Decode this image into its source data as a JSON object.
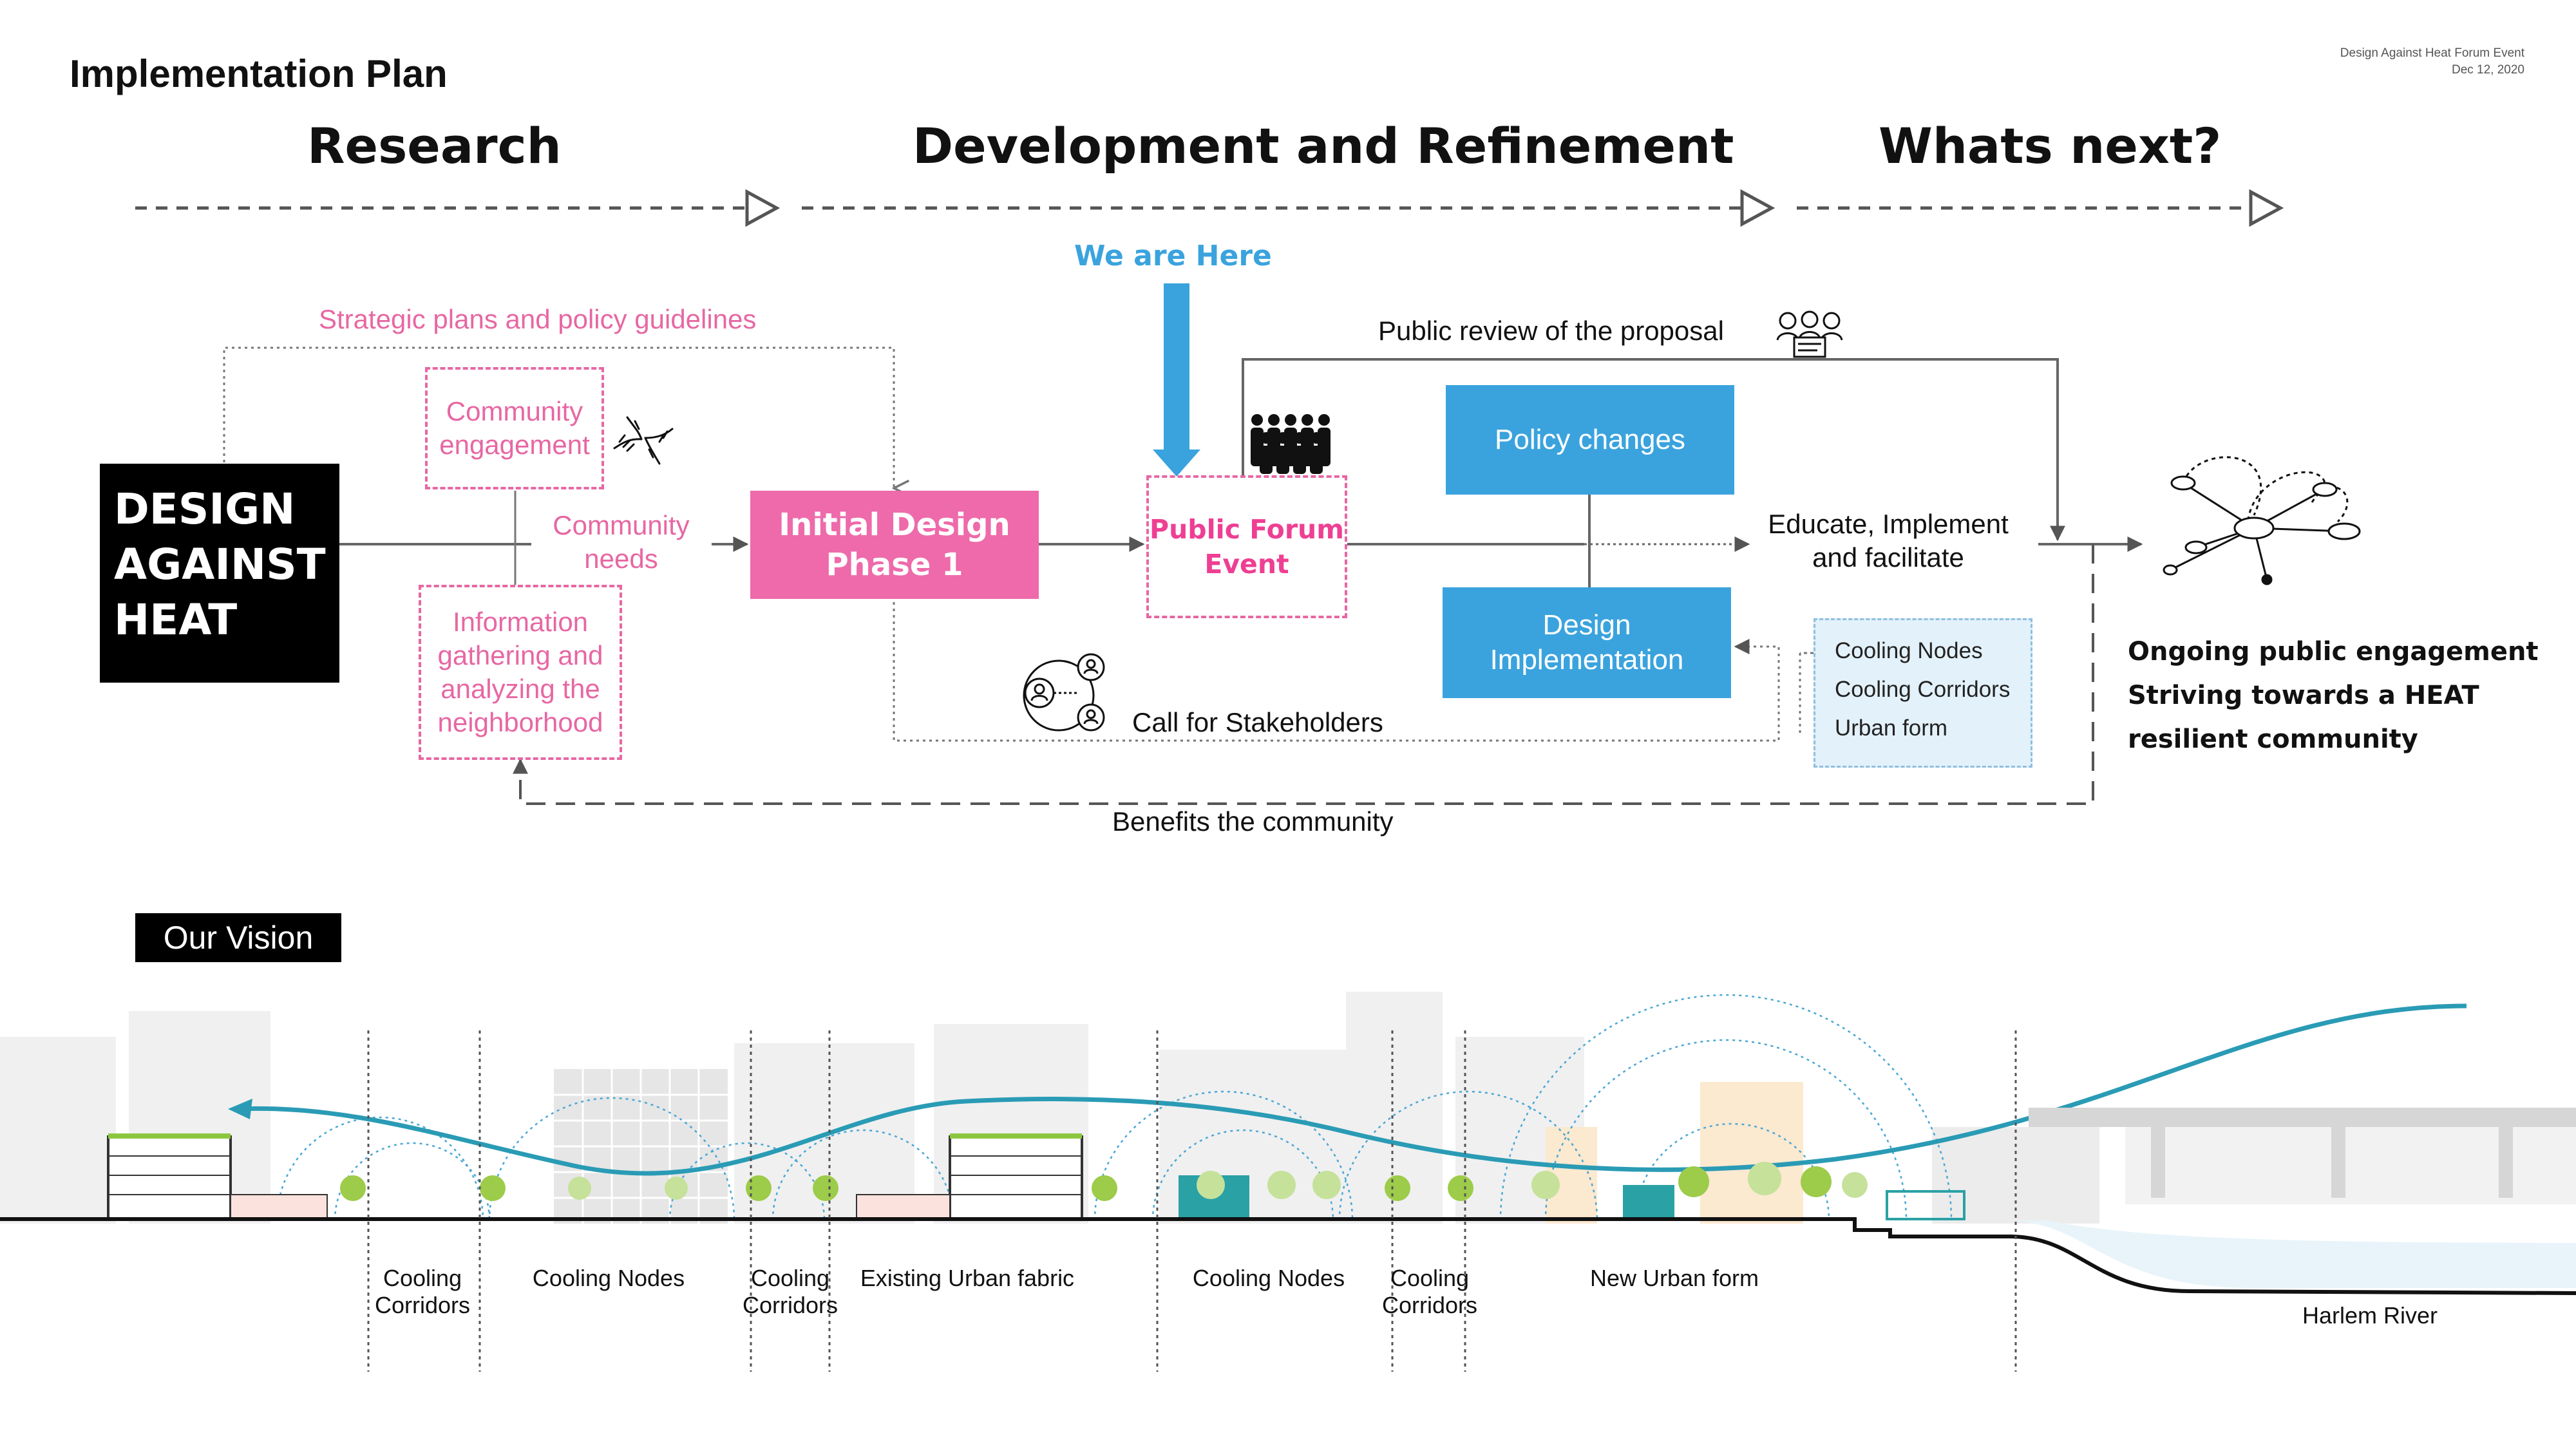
{
  "title": "Implementation Plan",
  "event": {
    "name": "Design Against Heat Forum Event",
    "date": "Dec 12, 2020"
  },
  "phases": [
    "Research",
    "Development and Refinement",
    "Whats next?"
  ],
  "flow": {
    "start_box": [
      "DESIGN",
      "AGAINST",
      "HEAT"
    ],
    "strategic_plans": "Strategic plans and policy guidelines",
    "community_engagement": [
      "Community",
      "engagement"
    ],
    "community_needs": [
      "Community",
      "needs"
    ],
    "info_gathering": [
      "Information",
      "gathering and",
      "analyzing the",
      "neighborhood"
    ],
    "initial_design": [
      "Initial Design",
      "Phase 1"
    ],
    "we_are_here": "We are Here",
    "public_forum": [
      "Public Forum",
      "Event"
    ],
    "public_review": "Public review of the proposal",
    "policy_changes": "Policy changes",
    "design_implementation": [
      "Design",
      "Implementation"
    ],
    "educate": [
      "Educate, Implement",
      "and facilitate"
    ],
    "legend": [
      "Cooling Nodes",
      "Cooling Corridors",
      "Urban form"
    ],
    "call_stakeholders": "Call for Stakeholders",
    "benefits": "Benefits the community",
    "ongoing": [
      "Ongoing public engagement",
      "Striving towards a HEAT",
      "resilient community"
    ]
  },
  "vision": {
    "label": "Our Vision",
    "sections": [
      {
        "lines": [
          "Cooling",
          "Corridors"
        ]
      },
      {
        "lines": [
          "Cooling Nodes"
        ]
      },
      {
        "lines": [
          "Cooling",
          "Corridors"
        ]
      },
      {
        "lines": [
          "Existing Urban fabric"
        ]
      },
      {
        "lines": [
          "Cooling Nodes"
        ]
      },
      {
        "lines": [
          "Cooling",
          "Corridors"
        ]
      },
      {
        "lines": [
          "New Urban form"
        ]
      },
      {
        "lines": [
          "Harlem River"
        ]
      }
    ]
  },
  "colors": {
    "pink": "#e767a3",
    "pink_fill": "#ee6aaa",
    "blue": "#3aa3de",
    "teal": "#2a9bb5",
    "black": "#000000"
  }
}
